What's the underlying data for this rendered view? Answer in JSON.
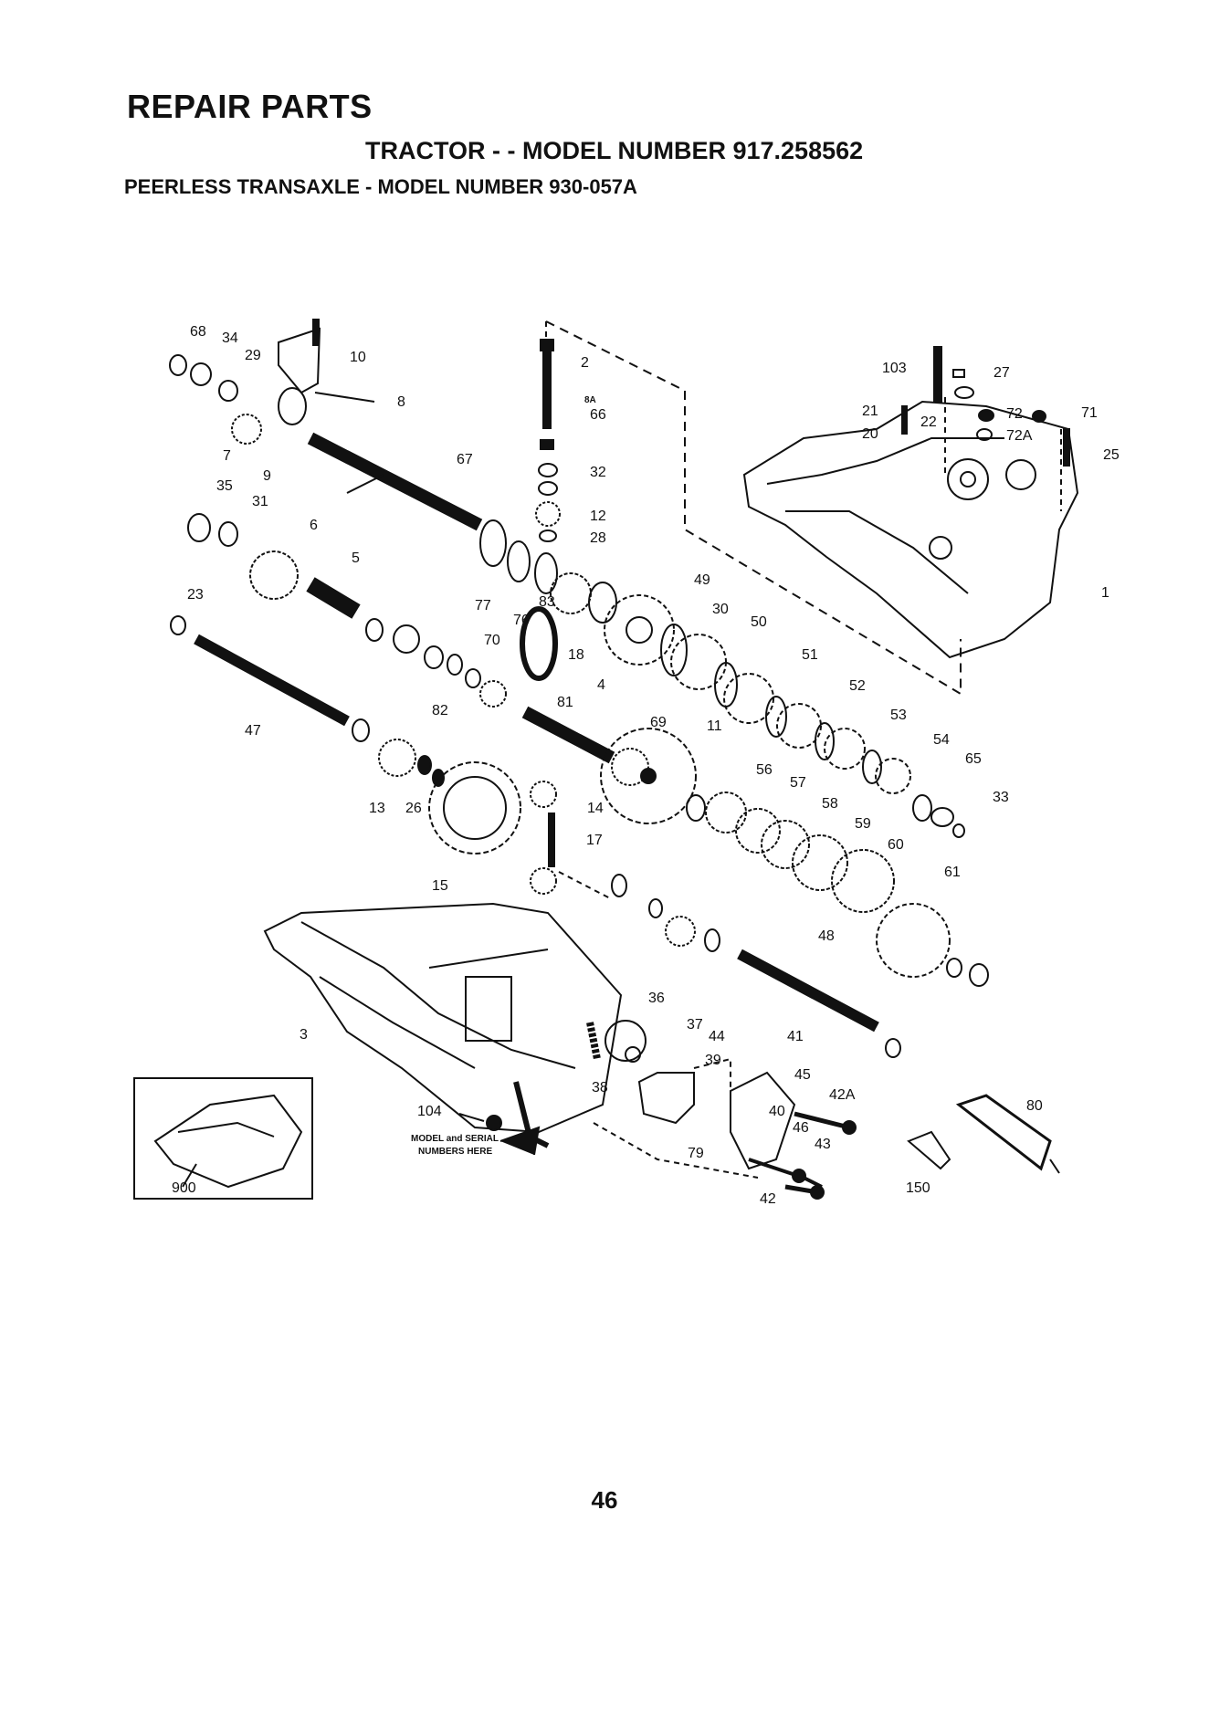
{
  "header": {
    "title": "REPAIR PARTS",
    "subtitle": "TRACTOR - - MODEL NUMBER 917.258562",
    "subtitle2": "PEERLESS TRANSAXLE - MODEL NUMBER 930-057A"
  },
  "callouts": [
    "68",
    "34",
    "29",
    "10",
    "7",
    "9",
    "8",
    "67",
    "2",
    "8A",
    "66",
    "32",
    "12",
    "28",
    "35",
    "31",
    "6",
    "5",
    "77",
    "76",
    "83",
    "18",
    "49",
    "30",
    "50",
    "51",
    "52",
    "53",
    "54",
    "65",
    "33",
    "23",
    "47",
    "82",
    "81",
    "4",
    "69",
    "11",
    "56",
    "57",
    "58",
    "59",
    "60",
    "61",
    "13",
    "26",
    "14",
    "17",
    "15",
    "48",
    "3",
    "36",
    "37",
    "44",
    "39",
    "38",
    "41",
    "45",
    "42A",
    "40",
    "46",
    "43",
    "79",
    "42",
    "104",
    "900",
    "150",
    "80",
    "103",
    "27",
    "71",
    "21",
    "22",
    "72",
    "72A",
    "20",
    "25",
    "1",
    "70"
  ],
  "labels": {
    "model_serial": "MODEL and SERIAL",
    "numbers_here": "NUMBERS HERE"
  },
  "footer": {
    "page_number": "46"
  }
}
